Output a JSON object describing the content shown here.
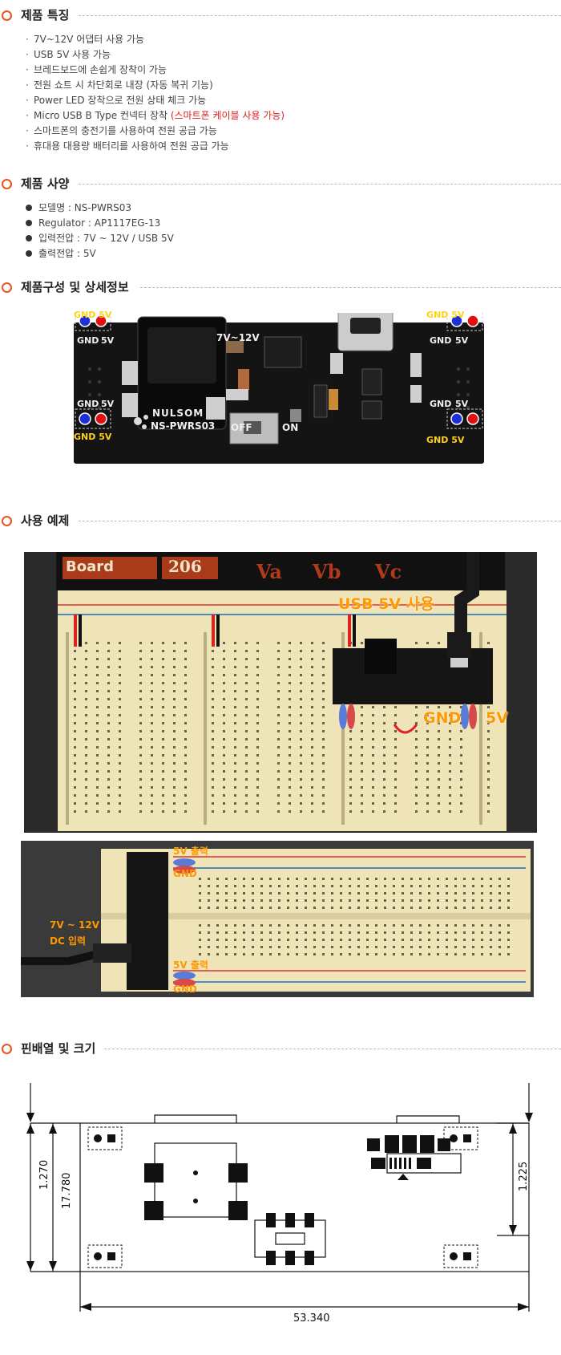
{
  "features": {
    "title": "제품 특징",
    "items": [
      {
        "text": "7V~12V 어댑터 사용 가능",
        "highlight": ""
      },
      {
        "text": "USB 5V 사용 가능",
        "highlight": ""
      },
      {
        "text": "브레드보드에 손쉽게 장착이 가능",
        "highlight": ""
      },
      {
        "text": "전원 쇼트 시 차단회로 내장 (자동 복귀 기능)",
        "highlight": ""
      },
      {
        "text": "Power LED 장착으로 전원 상태 체크 가능",
        "highlight": ""
      },
      {
        "text": "Micro USB B Type 컨넥터 장착 ",
        "highlight": "(스마트폰 케이블 사용 가능)"
      },
      {
        "text": "스마트폰의 충전기를 사용하여 전원 공급 가능",
        "highlight": ""
      },
      {
        "text": "휴대용 대용량 배터리를 사용하여 전원 공급 가능",
        "highlight": ""
      }
    ],
    "bullet": "·"
  },
  "specs": {
    "title": "제품 사양",
    "items": [
      "모델명 : NS-PWRS03",
      "Regulator : AP1117EG-13",
      "입력전압 : 7V ~ 12V / USB 5V",
      "출력전압 : 5V"
    ]
  },
  "composition": {
    "title": "제품구성 및 상세정보",
    "pcb": {
      "gnd5v_top_left": "GND 5V",
      "gnd5v_top_right": "GND 5V",
      "gnd5v_bottom_left": "GND 5V",
      "gnd5v_bottom_right": "GND 5V",
      "silk_gnd": "GND",
      "silk_5v": "5V",
      "silk_input": "7V~12V",
      "silk_brand": "NULSOM",
      "silk_model": "NS-PWRS03",
      "silk_off": "OFF",
      "silk_on": "ON"
    }
  },
  "usage": {
    "title": "사용 예제",
    "photo1": {
      "board_label": "Board",
      "board_number": "206",
      "va": "Va",
      "vb": "Vb",
      "vc": "Vc",
      "usb_label": "USB 5V 사용",
      "gnd_label": "GND",
      "v5_label": "5V"
    },
    "photo2": {
      "out5v_top": "5V 출력",
      "gnd_top": "GND",
      "dc_in_line1": "7V ~ 12V",
      "dc_in_line2": "DC 입력",
      "out5v_bottom": "5V 출력",
      "gnd_bottom": "GND"
    }
  },
  "pinout": {
    "title": "핀배열 및 크기",
    "dim_width": "53.340",
    "dim_left_outer": "17.780",
    "dim_left_inner": "1.270",
    "dim_right": "1.225"
  },
  "colors": {
    "accent": "#e8541e",
    "highlight_red": "#e02020",
    "label_orange": "#ff9900",
    "pcb_black": "#141414",
    "breadboard": "#efe4b8"
  }
}
